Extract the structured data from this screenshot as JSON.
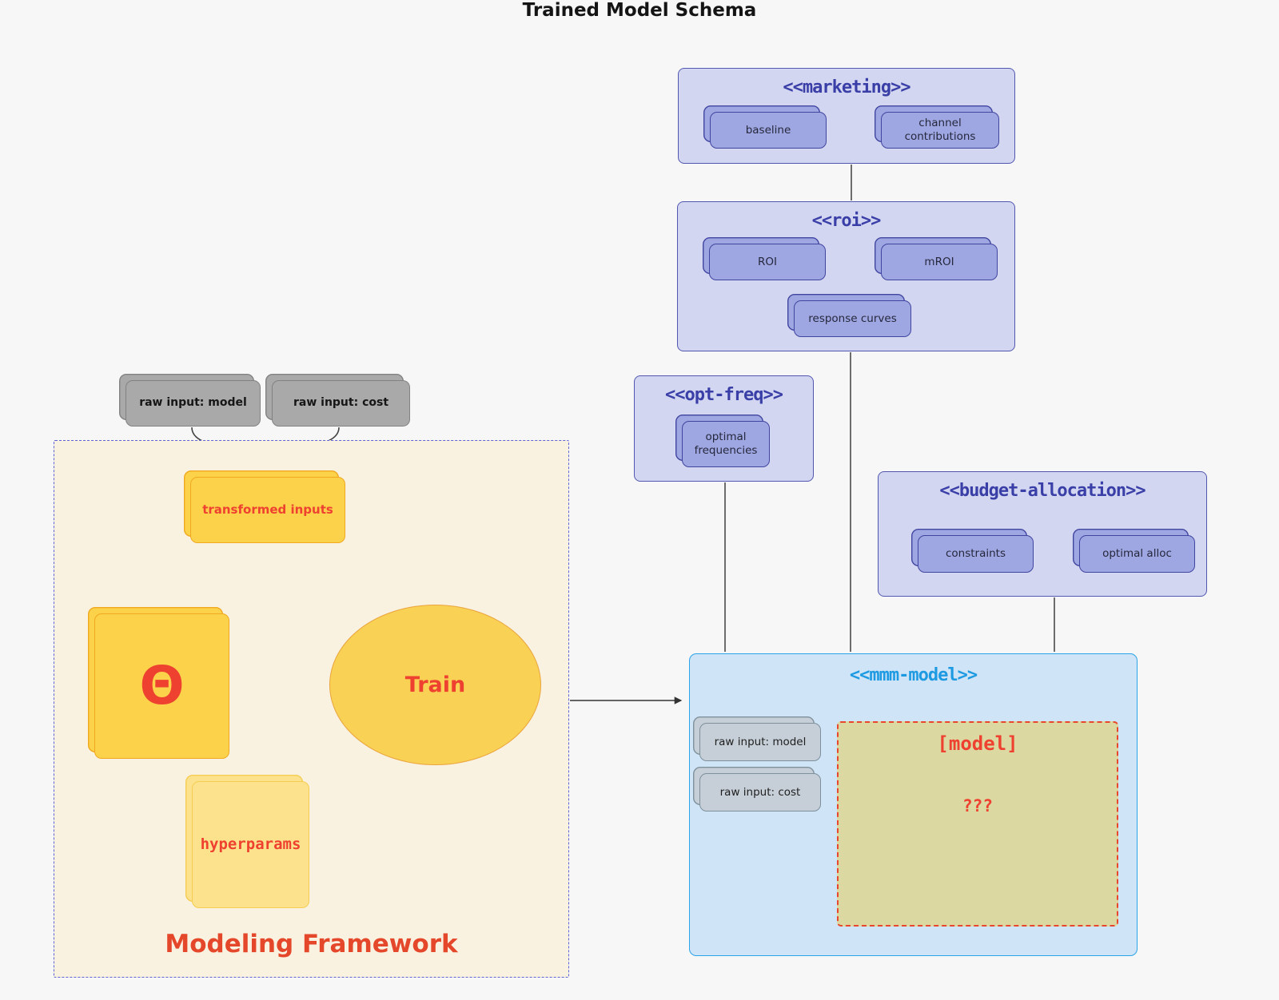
{
  "title": "Trained Model Schema",
  "marketing": {
    "title": "<<marketing>>",
    "baseline": "baseline",
    "channel_contributions": "channel contributions"
  },
  "roi": {
    "title": "<<roi>>",
    "roi": "ROI",
    "mroi": "mROI",
    "response_curves": "response curves"
  },
  "opt_freq": {
    "title": "<<opt-freq>>",
    "optimal_frequencies": "optimal frequencies"
  },
  "budget_allocation": {
    "title": "<<budget-allocation>>",
    "constraints": "constraints",
    "optimal_alloc": "optimal alloc"
  },
  "mmm_model": {
    "title": "<<mmm-model>>",
    "raw_input_model": "raw input: model",
    "raw_input_cost": "raw input: cost",
    "model_label": "[model]",
    "model_placeholder": "???"
  },
  "framework": {
    "label": "Modeling Framework",
    "transformed_inputs": "transformed inputs",
    "theta": "Θ",
    "train": "Train",
    "hyperparams": "hyperparams"
  },
  "inputs": {
    "raw_input_model": "raw input: model",
    "raw_input_cost": "raw input: cost"
  },
  "colors": {
    "purple_container": "#d3d6f0",
    "purple_node": "#9fa7e2",
    "purple_line": "#4045a0",
    "blue_container": "#cfe4f6",
    "blue_line": "#2aa3e8",
    "blue_title": "#1d9ae2",
    "yellow_node": "#fcd24b",
    "pale_yellow_node": "#fce28c",
    "cream_container": "#f9f2e0",
    "khaki_box": "#dcd8a2",
    "red_accent": "#ee4130",
    "gray_node": "#a9a9a9",
    "grayblue_node": "#c6cfd7"
  }
}
